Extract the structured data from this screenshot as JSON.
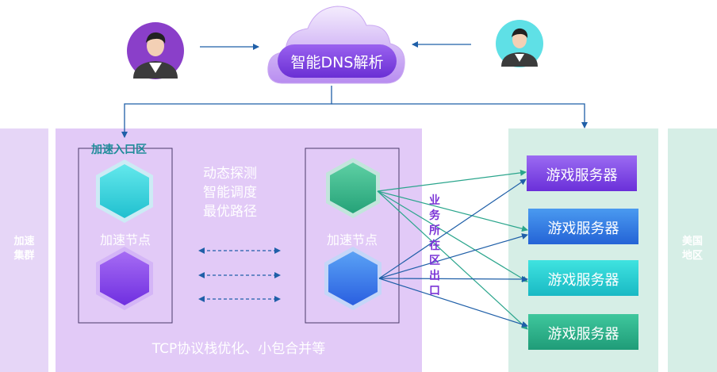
{
  "dns": {
    "label": "智能DNS解析"
  },
  "left_region": {
    "label_line1": "加速",
    "label_line2": "集群"
  },
  "right_region": {
    "label_line1": "美国",
    "label_line2": "地区"
  },
  "entry_zone": {
    "label": "加速入口区"
  },
  "node_left": {
    "label": "加速节点"
  },
  "node_right": {
    "label": "加速节点"
  },
  "middle_text": {
    "line1": "动态探测",
    "line2": "智能调度",
    "line3": "最优路径"
  },
  "bottom_text": "TCP协议栈优化、小包合并等",
  "exit_label": {
    "chars": [
      "业",
      "务",
      "所",
      "在",
      "区",
      "出",
      "口"
    ]
  },
  "servers": [
    {
      "label": "游戏服务器",
      "color_top": "#9b6bf2",
      "color_bottom": "#6a2fd9"
    },
    {
      "label": "游戏服务器",
      "color_top": "#4a9af0",
      "color_bottom": "#2463d6"
    },
    {
      "label": "游戏服务器",
      "color_top": "#3fe3e0",
      "color_bottom": "#19b9c4"
    },
    {
      "label": "游戏服务器",
      "color_top": "#3fc79d",
      "color_bottom": "#1f9c78"
    }
  ],
  "colors": {
    "left_panel": "#e6d6f7",
    "main_panel": "#e2caf7",
    "right_panel": "#d6eee6",
    "arrow_blue": "#1f5fa8",
    "arrow_teal": "#2aa58c",
    "exit_text": "#7b34d6",
    "entry_text": "#1f8c9a"
  },
  "icons": {
    "left_user": "user-avatar-purple-icon",
    "right_user": "user-avatar-cyan-icon",
    "cloud": "cloud-icon"
  }
}
